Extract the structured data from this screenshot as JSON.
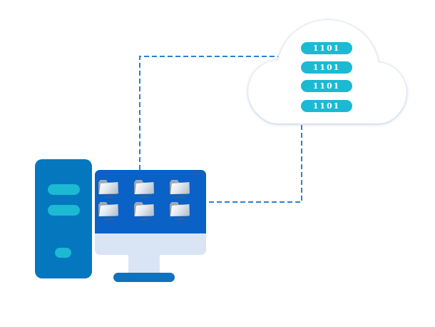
{
  "illustration": {
    "background_color": "#ffffff",
    "colors": {
      "tower_blue": "#0477bf",
      "screen_blue": "#0a61c6",
      "accent_cyan": "#1cb9d3",
      "bezel_pale_blue": "#d9e5f5",
      "base_blue": "#0e72be",
      "dash_line_blue": "#2b80d4",
      "cloud_white": "#ffffff",
      "folder_silver": "#c6ced8"
    },
    "cloud": {
      "icon": "cloud-icon",
      "chips": [
        {
          "label": "1101"
        },
        {
          "label": "1101"
        },
        {
          "label": "1101"
        },
        {
          "label": "1101"
        }
      ]
    },
    "tower": {
      "icon": "server-tower-icon",
      "drive_bars": 2,
      "power_dot": 1
    },
    "monitor": {
      "icon": "desktop-monitor-icon",
      "folder_icon": "open-folder-icon",
      "folder_rows": 2,
      "folder_columns": 3
    },
    "connections": {
      "style": "dashed",
      "count": 2
    }
  }
}
